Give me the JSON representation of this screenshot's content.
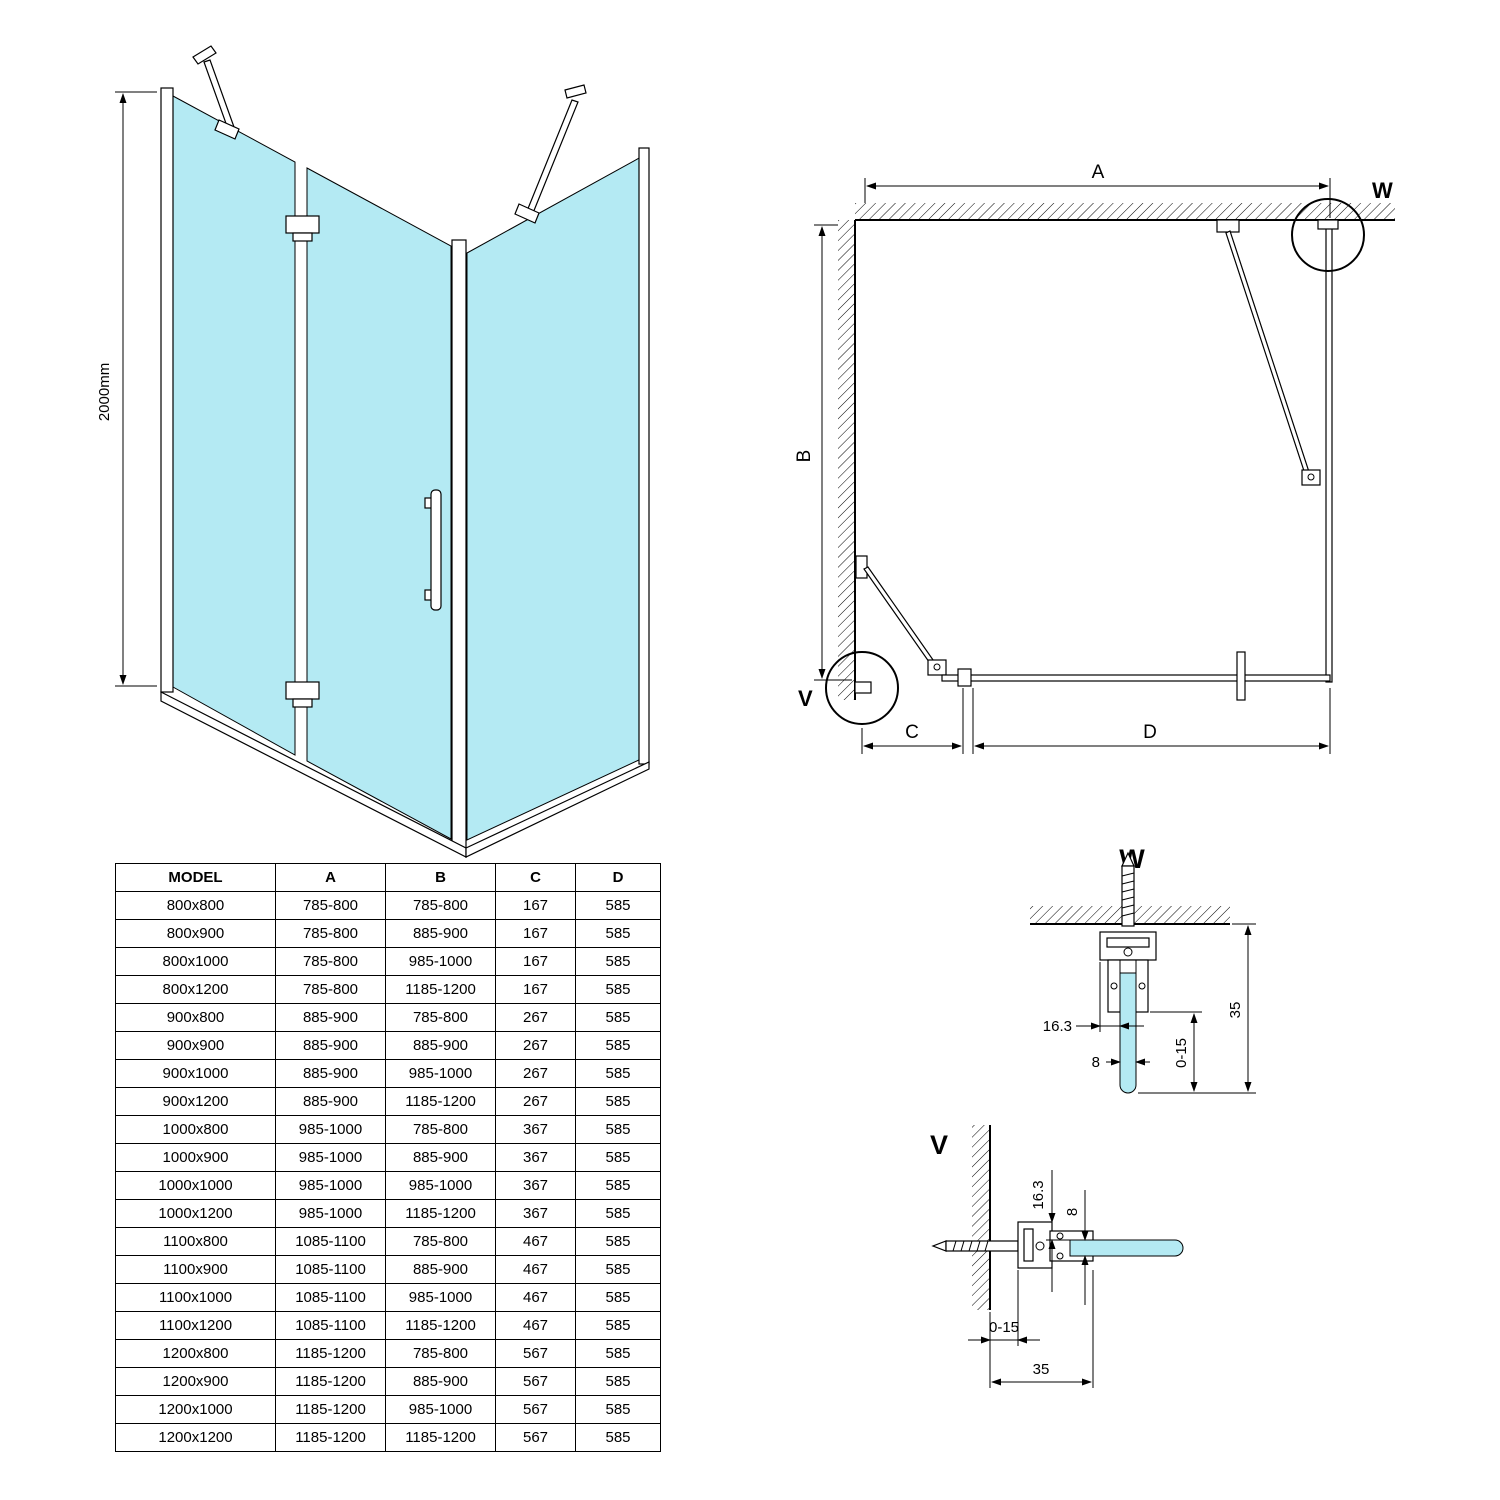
{
  "colors": {
    "glass": "#b4eaf3",
    "line": "#000000"
  },
  "iso_view": {
    "height_label": "2000mm"
  },
  "plan_view": {
    "dim_a": "A",
    "dim_b": "B",
    "dim_c": "C",
    "dim_d": "D",
    "detail_w_marker": "W",
    "detail_v_marker": "V"
  },
  "detail_w": {
    "title": "W",
    "dim_offset": "16.3",
    "dim_glass": "8",
    "dim_adjust": "0-15",
    "dim_depth": "35"
  },
  "detail_v": {
    "title": "V",
    "dim_offset": "16.3",
    "dim_glass": "8",
    "dim_adjust": "0-15",
    "dim_depth": "35"
  },
  "table": {
    "headers": [
      "MODEL",
      "A",
      "B",
      "C",
      "D"
    ],
    "rows": [
      [
        "800x800",
        "785-800",
        "785-800",
        "167",
        "585"
      ],
      [
        "800x900",
        "785-800",
        "885-900",
        "167",
        "585"
      ],
      [
        "800x1000",
        "785-800",
        "985-1000",
        "167",
        "585"
      ],
      [
        "800x1200",
        "785-800",
        "1185-1200",
        "167",
        "585"
      ],
      [
        "900x800",
        "885-900",
        "785-800",
        "267",
        "585"
      ],
      [
        "900x900",
        "885-900",
        "885-900",
        "267",
        "585"
      ],
      [
        "900x1000",
        "885-900",
        "985-1000",
        "267",
        "585"
      ],
      [
        "900x1200",
        "885-900",
        "1185-1200",
        "267",
        "585"
      ],
      [
        "1000x800",
        "985-1000",
        "785-800",
        "367",
        "585"
      ],
      [
        "1000x900",
        "985-1000",
        "885-900",
        "367",
        "585"
      ],
      [
        "1000x1000",
        "985-1000",
        "985-1000",
        "367",
        "585"
      ],
      [
        "1000x1200",
        "985-1000",
        "1185-1200",
        "367",
        "585"
      ],
      [
        "1100x800",
        "1085-1100",
        "785-800",
        "467",
        "585"
      ],
      [
        "1100x900",
        "1085-1100",
        "885-900",
        "467",
        "585"
      ],
      [
        "1100x1000",
        "1085-1100",
        "985-1000",
        "467",
        "585"
      ],
      [
        "1100x1200",
        "1085-1100",
        "1185-1200",
        "467",
        "585"
      ],
      [
        "1200x800",
        "1185-1200",
        "785-800",
        "567",
        "585"
      ],
      [
        "1200x900",
        "1185-1200",
        "885-900",
        "567",
        "585"
      ],
      [
        "1200x1000",
        "1185-1200",
        "985-1000",
        "567",
        "585"
      ],
      [
        "1200x1200",
        "1185-1200",
        "1185-1200",
        "567",
        "585"
      ]
    ]
  }
}
